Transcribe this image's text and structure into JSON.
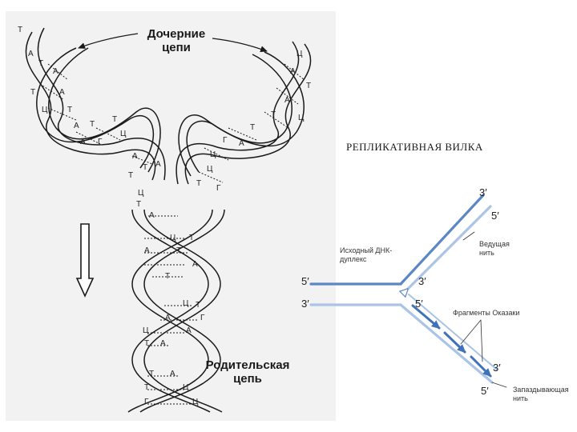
{
  "left_diagram": {
    "label_daughter": "Дочерние цепи",
    "label_parent": "Родительская цепь",
    "bases": [
      {
        "t": "Т"
      },
      {
        "t": "А"
      },
      {
        "t": "Т"
      },
      {
        "t": "А"
      },
      {
        "t": "Т"
      },
      {
        "t": "А"
      },
      {
        "t": "Ц"
      },
      {
        "t": "Т"
      },
      {
        "t": "А"
      },
      {
        "t": "Т"
      },
      {
        "t": "А"
      },
      {
        "t": "Г"
      },
      {
        "t": "Т"
      },
      {
        "t": "Ц"
      },
      {
        "t": "А"
      },
      {
        "t": "Т"
      },
      {
        "t": "А"
      },
      {
        "t": "Т"
      },
      {
        "t": "Ц"
      },
      {
        "t": "А"
      },
      {
        "t": "Т"
      },
      {
        "t": "А"
      },
      {
        "t": "Ц"
      },
      {
        "t": "Т"
      },
      {
        "t": "Т"
      },
      {
        "t": "А"
      },
      {
        "t": "Г"
      },
      {
        "t": "Ц"
      },
      {
        "t": "Ц"
      },
      {
        "t": "Т"
      },
      {
        "t": "Г"
      },
      {
        "t": "Ц"
      },
      {
        "t": "Т"
      },
      {
        "t": "А"
      },
      {
        "t": "Ц"
      },
      {
        "t": "Т"
      },
      {
        "t": "А"
      },
      {
        "t": "Т"
      },
      {
        "t": "А"
      },
      {
        "t": "Т"
      },
      {
        "t": "Ц"
      },
      {
        "t": "Т"
      },
      {
        "t": "А"
      },
      {
        "t": "Г"
      },
      {
        "t": "Ц"
      },
      {
        "t": "А"
      },
      {
        "t": "Т"
      },
      {
        "t": "А"
      },
      {
        "t": "Т"
      },
      {
        "t": "А"
      },
      {
        "t": "Т"
      },
      {
        "t": "Ц"
      },
      {
        "t": "Г"
      },
      {
        "t": "Ц"
      }
    ]
  },
  "right_diagram": {
    "title": "РЕПЛИКАТИВНАЯ ВИЛКА",
    "label_parent_duplex": "Исходный ДНК-дуплекс",
    "label_leading": "Ведущая нить",
    "label_okazaki": "Фрагменты Оказаки",
    "label_lagging": "Запаздывающая нить",
    "prime_5_left": "5′",
    "prime_3_left": "3′",
    "prime_3_top": "3′",
    "prime_5_top": "5′",
    "prime_3_mid": "3′",
    "prime_5_mid": "5′",
    "prime_3_bottom": "3′",
    "prime_5_bottom": "5′"
  },
  "colors": {
    "strand_dark": "#5b87c5",
    "strand_light": "#a9c4e6",
    "arrow": "#3f72b8",
    "ink": "#1a1a1a",
    "panel": "#f2f2f2"
  },
  "icons": [
    "down-arrow-icon",
    "curved-arrow-icon"
  ]
}
